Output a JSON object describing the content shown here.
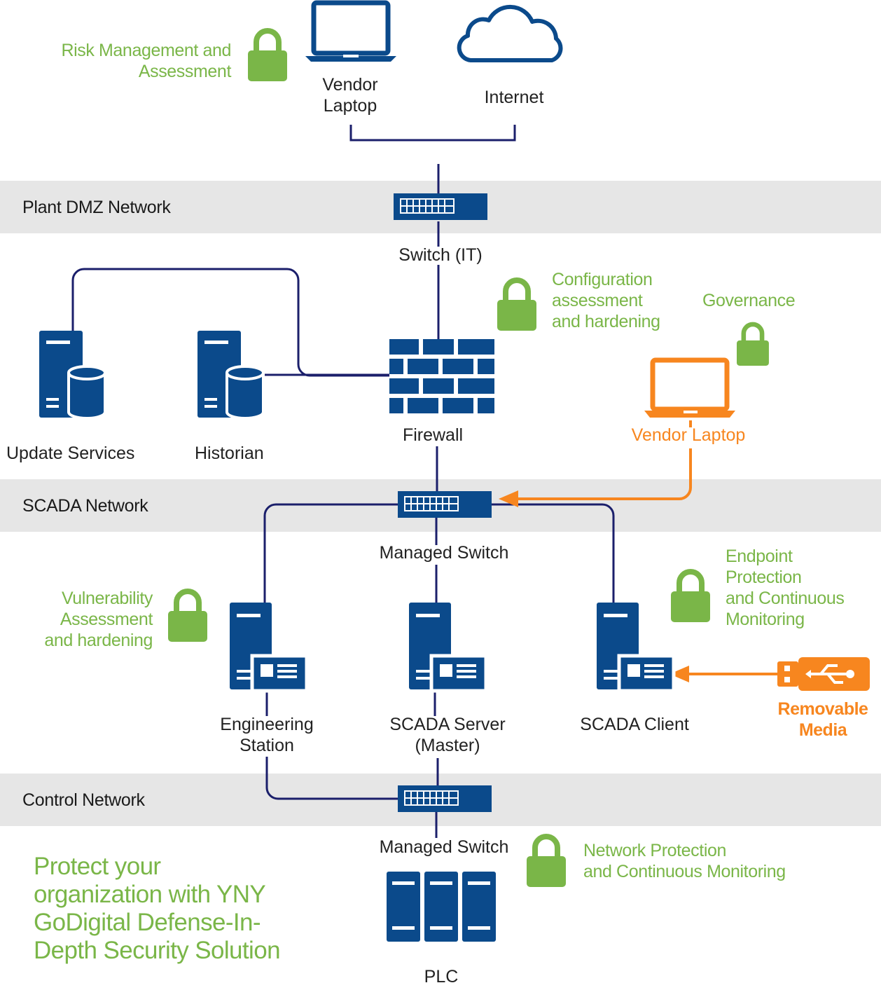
{
  "networks": {
    "dmz": "Plant DMZ Network",
    "scada": "SCADA Network",
    "control": "Control Network"
  },
  "devices": {
    "vendor_laptop_top": "Vendor\nLaptop",
    "internet": "Internet",
    "switch_it": "Switch (IT)",
    "firewall": "Firewall",
    "update_services": "Update Services",
    "historian": "Historian",
    "vendor_laptop_orange": "Vendor Laptop",
    "managed_switch_scada": "Managed Switch",
    "engineering_station": "Engineering\nStation",
    "scada_server": "SCADA Server\n(Master)",
    "scada_client": "SCADA Client",
    "removable_media": "Removable\nMedia",
    "managed_switch_control": "Managed Switch",
    "plc": "PLC"
  },
  "security_labels": {
    "risk": "Risk Management and\nAssessment",
    "config": "Configuration\nassessment\nand hardening",
    "governance": "Governance",
    "vulnerability": "Vulnerability\nAssessment\nand hardening",
    "endpoint": "Endpoint\nProtection\nand Continuous\nMonitoring",
    "network": "Network Protection\nand Continuous Monitoring"
  },
  "headline": "Protect your\norganization  with YNY\nGoDigital Defense-In-\nDepth Security Solution",
  "colors": {
    "device_blue": "#0b4a8b",
    "line_navy": "#1b1f6b",
    "security_green": "#7ab648",
    "warning_orange": "#f7861f",
    "band_gray": "#e6e6e6"
  }
}
